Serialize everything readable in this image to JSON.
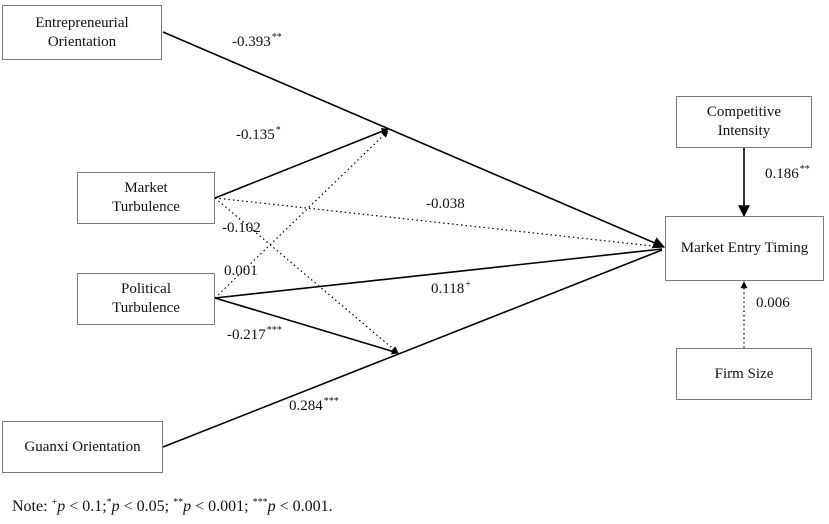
{
  "nodes": {
    "eo": {
      "line1": "Entrepreneurial",
      "line2": "Orientation"
    },
    "mt": {
      "line1": "Market",
      "line2": "Turbulence"
    },
    "pt": {
      "line1": "Political",
      "line2": "Turbulence"
    },
    "go": {
      "line1": "Guanxi Orientation"
    },
    "ci": {
      "line1": "Competitive",
      "line2": "Intensity"
    },
    "met": {
      "line1": "Market Entry Timing"
    },
    "fs": {
      "line1": "Firm Size"
    }
  },
  "paths": {
    "eo_met": {
      "coef": "-0.393",
      "sig": "**",
      "style": "solid"
    },
    "mt_mod1": {
      "coef": "-0.135",
      "sig": "*",
      "style": "solid"
    },
    "mt_met": {
      "coef": "-0.038",
      "sig": "",
      "style": "dotted"
    },
    "mt_mod2": {
      "coef": "-0.102",
      "sig": "",
      "style": "dotted"
    },
    "pt_mod1": {
      "coef": "0.001",
      "sig": "",
      "style": "dotted"
    },
    "pt_met": {
      "coef": "0.118",
      "sig": "+",
      "style": "solid"
    },
    "pt_mod2": {
      "coef": "-0.217",
      "sig": "***",
      "style": "solid"
    },
    "go_met": {
      "coef": "0.284",
      "sig": "***",
      "style": "solid"
    },
    "ci_met": {
      "coef": "0.186",
      "sig": "**",
      "style": "solid"
    },
    "fs_met": {
      "coef": "0.006",
      "sig": "",
      "style": "dotted"
    }
  },
  "note": {
    "prefix": "Note: ",
    "items": [
      {
        "sig": "+",
        "text": " < 0.1;"
      },
      {
        "sig": "*",
        "text": " < 0.05;"
      },
      {
        "sig": "**",
        "text": " < 0.001;"
      },
      {
        "sig": "***",
        "text": " < 0.001."
      }
    ],
    "p": "p"
  },
  "colors": {
    "line": "#000000",
    "box_border": "#7a7a7a"
  }
}
